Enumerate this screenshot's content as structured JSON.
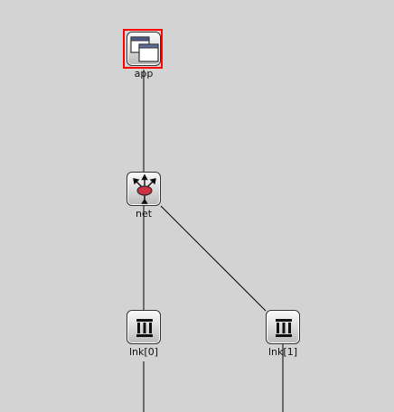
{
  "network": {
    "modules": [
      {
        "id": "app",
        "label": "app",
        "icon": "app-window-icon",
        "selected": true
      },
      {
        "id": "net",
        "label": "net",
        "icon": "router-icon",
        "selected": false
      },
      {
        "id": "lnk0",
        "label": "lnk[0]",
        "icon": "queue-icon",
        "selected": false
      },
      {
        "id": "lnk1",
        "label": "lnk[1]",
        "icon": "queue-icon",
        "selected": false
      }
    ],
    "connections": [
      {
        "from": "app",
        "to": "net"
      },
      {
        "from": "net",
        "to": "lnk0"
      },
      {
        "from": "net",
        "to": "lnk1"
      },
      {
        "from": "lnk0",
        "to": "out-bottom"
      },
      {
        "from": "lnk1",
        "to": "out-bottom"
      }
    ],
    "colors": {
      "background": "#d3d3d3",
      "selection": "#ff0000",
      "wire": "#000000",
      "router_center": "#cc3344"
    }
  }
}
